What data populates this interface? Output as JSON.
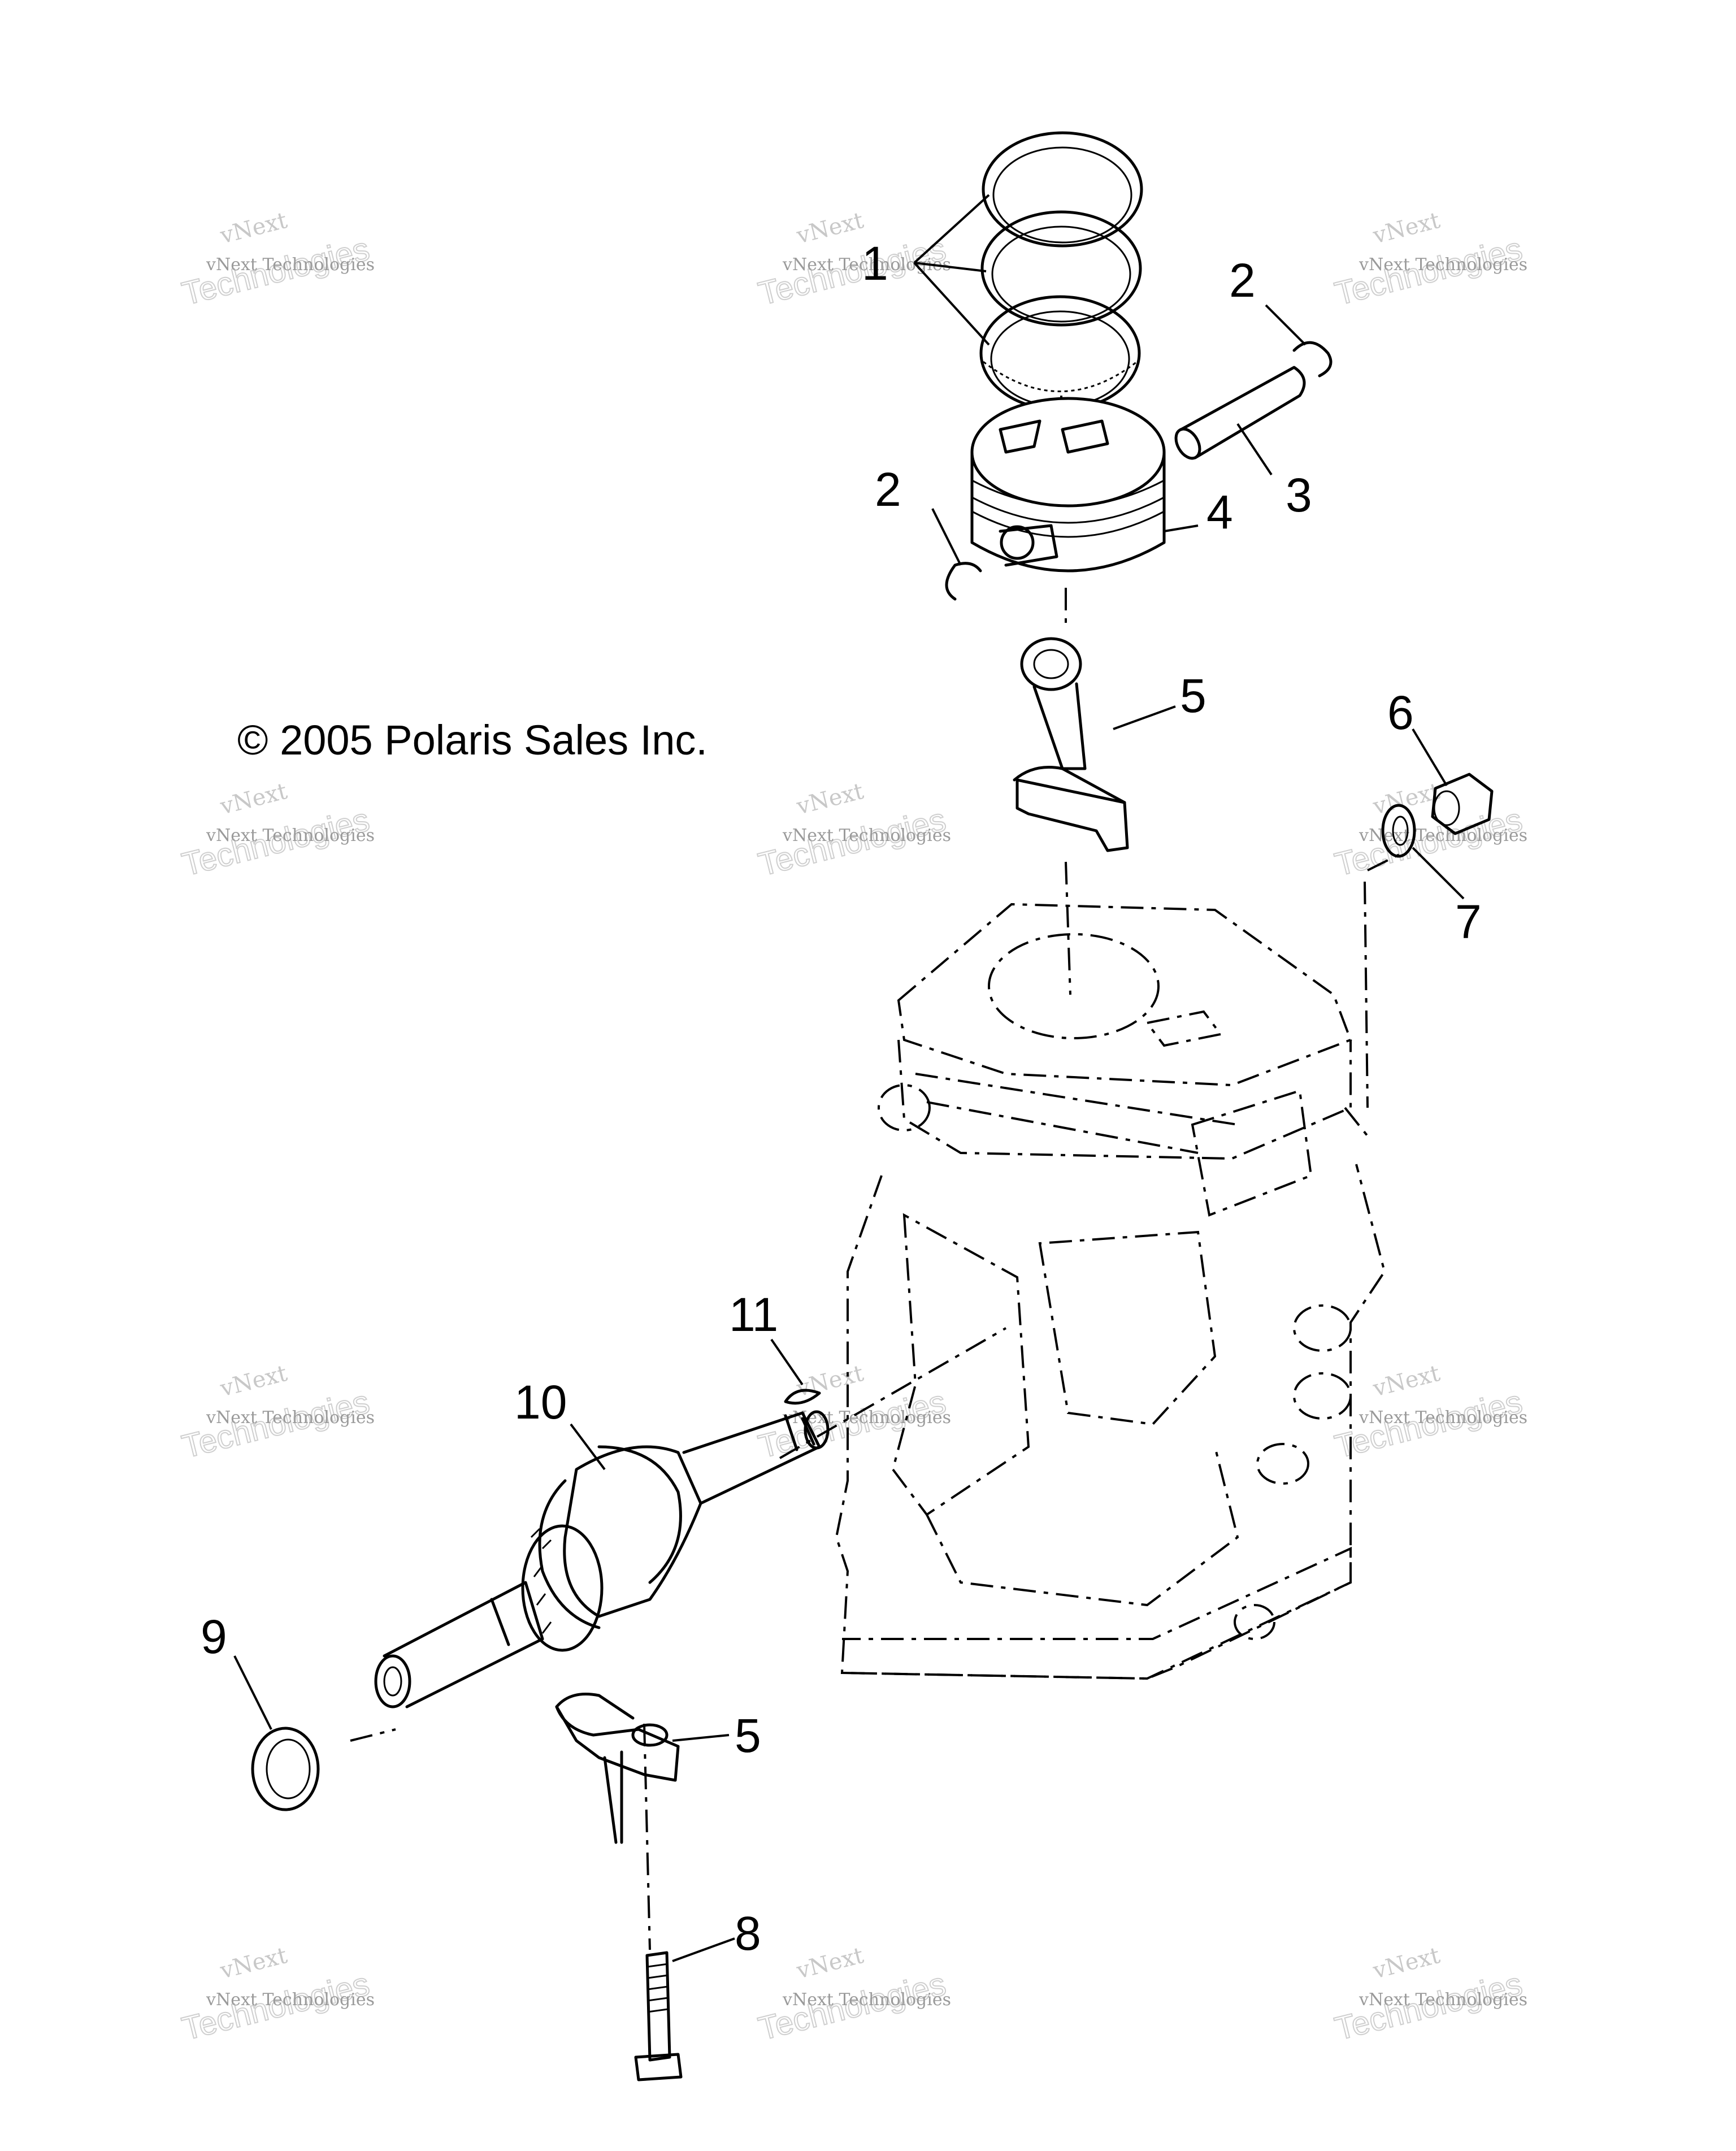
{
  "copyright": "© 2005 Polaris Sales Inc.",
  "watermark": {
    "brand": "vNext",
    "company": "vNext Technologies",
    "outline": "Technologies"
  },
  "callouts": {
    "piston_rings": "1",
    "circlip_right": "2",
    "circlip_left": "2",
    "piston_pin": "3",
    "piston": "4",
    "connecting_rod": "5",
    "connecting_rod_cap": "5",
    "nut": "6",
    "washer": "7",
    "bolt": "8",
    "oil_seal": "9",
    "crankshaft": "10",
    "key": "11"
  }
}
